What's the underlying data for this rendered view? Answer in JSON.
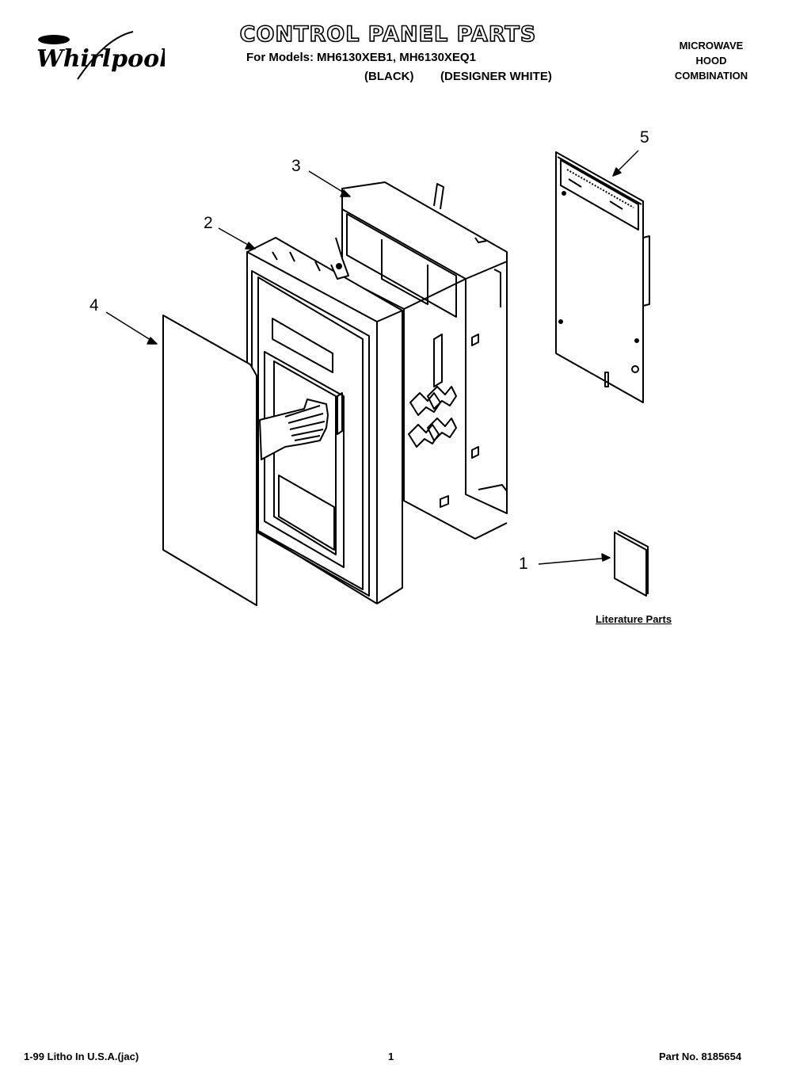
{
  "brand": "Whirlpool",
  "title": "CONTROL PANEL PARTS",
  "models_label": "For Models:",
  "models": "MH6130XEB1, MH6130XEQ1",
  "variant_black": "(BLACK)",
  "variant_white": "(DESIGNER WHITE)",
  "product_type": [
    "MICROWAVE",
    "HOOD",
    "COMBINATION"
  ],
  "callouts": [
    "1",
    "2",
    "3",
    "4",
    "5"
  ],
  "literature_label": "Literature Parts",
  "footer": {
    "litho": "1-99 Litho In U.S.A.(jac)",
    "page": "1",
    "part_no": "Part No. 8185654"
  }
}
